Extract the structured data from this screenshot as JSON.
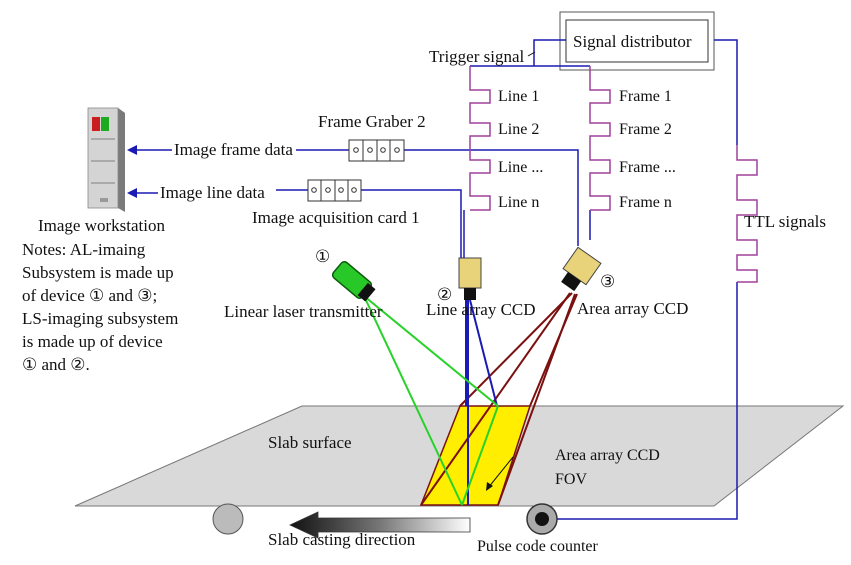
{
  "labels": {
    "signal_distributor": "Signal distributor",
    "trigger_signal": "Trigger signal",
    "line_1": "Line 1",
    "line_2": "Line 2",
    "line_dots": "Line ...",
    "line_n": "Line n",
    "frame_1": "Frame 1",
    "frame_2": "Frame 2",
    "frame_dots": "Frame ...",
    "frame_n": "Frame n",
    "ttl_signals": "TTL signals",
    "frame_graber_2": "Frame Graber 2",
    "image_frame_data": "Image frame data",
    "image_line_data": "Image line data",
    "image_acquisition_card_1": "Image acquisition card 1",
    "image_workstation": "Image workstation",
    "linear_laser_transmitter": "Linear laser transmitter",
    "line_array_ccd": "Line array CCD",
    "area_array_ccd": "Area array CCD",
    "num_1": "①",
    "num_2": "②",
    "num_3": "③",
    "slab_surface": "Slab surface",
    "fov_line1": "Area array CCD",
    "fov_line2": "FOV",
    "slab_casting_direction": "Slab casting direction",
    "pulse_code_counter": "Pulse code counter"
  },
  "notes": [
    "Notes: AL-imaing",
    "Subsystem is made up",
    "of device ① and ③;",
    "LS-imaging subsystem",
    "is made up of device",
    "① and ②."
  ],
  "colors": {
    "signal_line": "#1a1ab4",
    "pulse_line": "#a0409c",
    "laser": "#28d228",
    "area_ccd_rays": "#7a1010",
    "fov_fill": "#ffee00",
    "slab": "#d9d9d9"
  }
}
